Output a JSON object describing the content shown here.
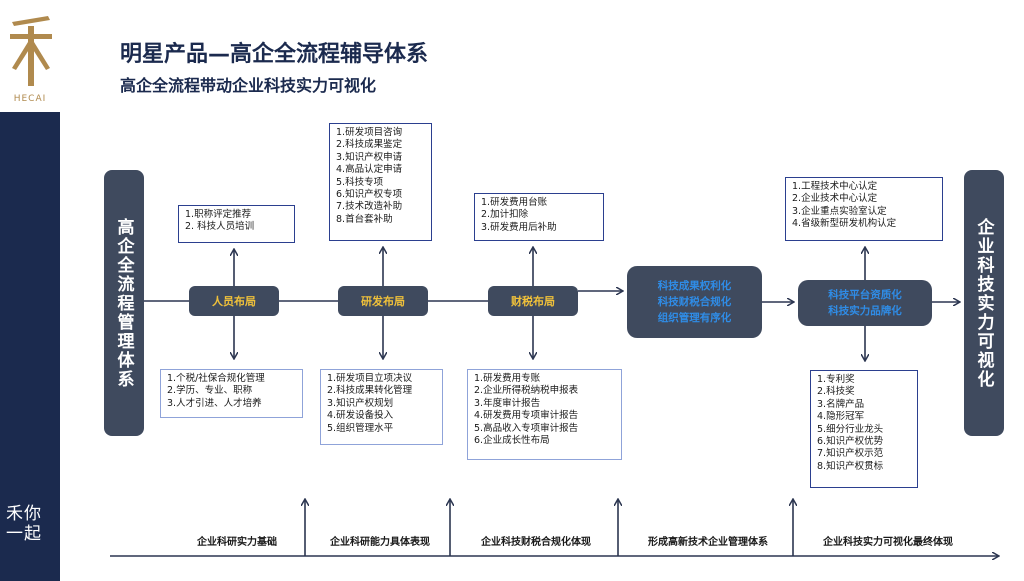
{
  "brand": {
    "logo_text": "HECAI",
    "slogan_line1": "禾你",
    "slogan_line2": "一起",
    "colors": {
      "navy": "#1b2a4e",
      "gold": "#b08a4e",
      "node": "#3f4a5e",
      "node_text_gold": "#f0c13a",
      "node_text_blue": "#2f8ce6",
      "box_border": "#2b3f8f"
    }
  },
  "title": "明星产品—高企全流程辅导体系",
  "subtitle": "高企全流程带动企业科技实力可视化",
  "pillars": {
    "left": "高企全流程管理体系",
    "right": "企业科技实力可视化"
  },
  "nodes": {
    "hr": "人员布局",
    "rd": "研发布局",
    "fin": "财税布局",
    "mid": [
      "科技成果权利化",
      "科技财税合规化",
      "组织管理有序化"
    ],
    "plat": [
      "科技平台资质化",
      "科技实力品牌化"
    ]
  },
  "boxes": {
    "hr_top": [
      "1.职称评定推荐",
      "2. 科技人员培训"
    ],
    "rd_top": [
      "1.研发项目咨询",
      "2.科技成果鉴定",
      "3.知识产权申请",
      "4.高品认定申请",
      "5.科技专项",
      "6.知识产权专项",
      "7.技术改造补助",
      "8.首台套补助"
    ],
    "fin_top": [
      "1.研发费用台账",
      "2.加计扣除",
      "3.研发费用后补助"
    ],
    "plat_top": [
      "1.工程技术中心认定",
      "2.企业技术中心认定",
      "3.企业重点实验室认定",
      "4.省级新型研发机构认定"
    ],
    "hr_bot": [
      "1.个税/社保合规化管理",
      "2.学历、专业、职称",
      "3.人才引进、人才培养"
    ],
    "rd_bot": [
      "1.研发项目立项决议",
      "2.科技成果转化管理",
      "3.知识产权规划",
      "4.研发设备投入",
      "5.组织管理水平"
    ],
    "fin_bot": [
      "1.研发费用专账",
      "2.企业所得税纳税申报表",
      "3.年度审计报告",
      "4.研发费用专项审计报告",
      "5.高品收入专项审计报告",
      "6.企业成长性布局"
    ],
    "plat_bot": [
      "1.专利奖",
      "2.科技奖",
      "3.名牌产品",
      "4.隐形冠军",
      "5.细分行业龙头",
      "6.知识产权优势",
      "7.知识产权示范",
      "8.知识产权贯标"
    ]
  },
  "bottom_labels": [
    "企业科研实力基础",
    "企业科研能力具体表现",
    "企业科技财税合规化体现",
    "形成高新技术企业管理体系",
    "企业科技实力可视化最终体现"
  ]
}
